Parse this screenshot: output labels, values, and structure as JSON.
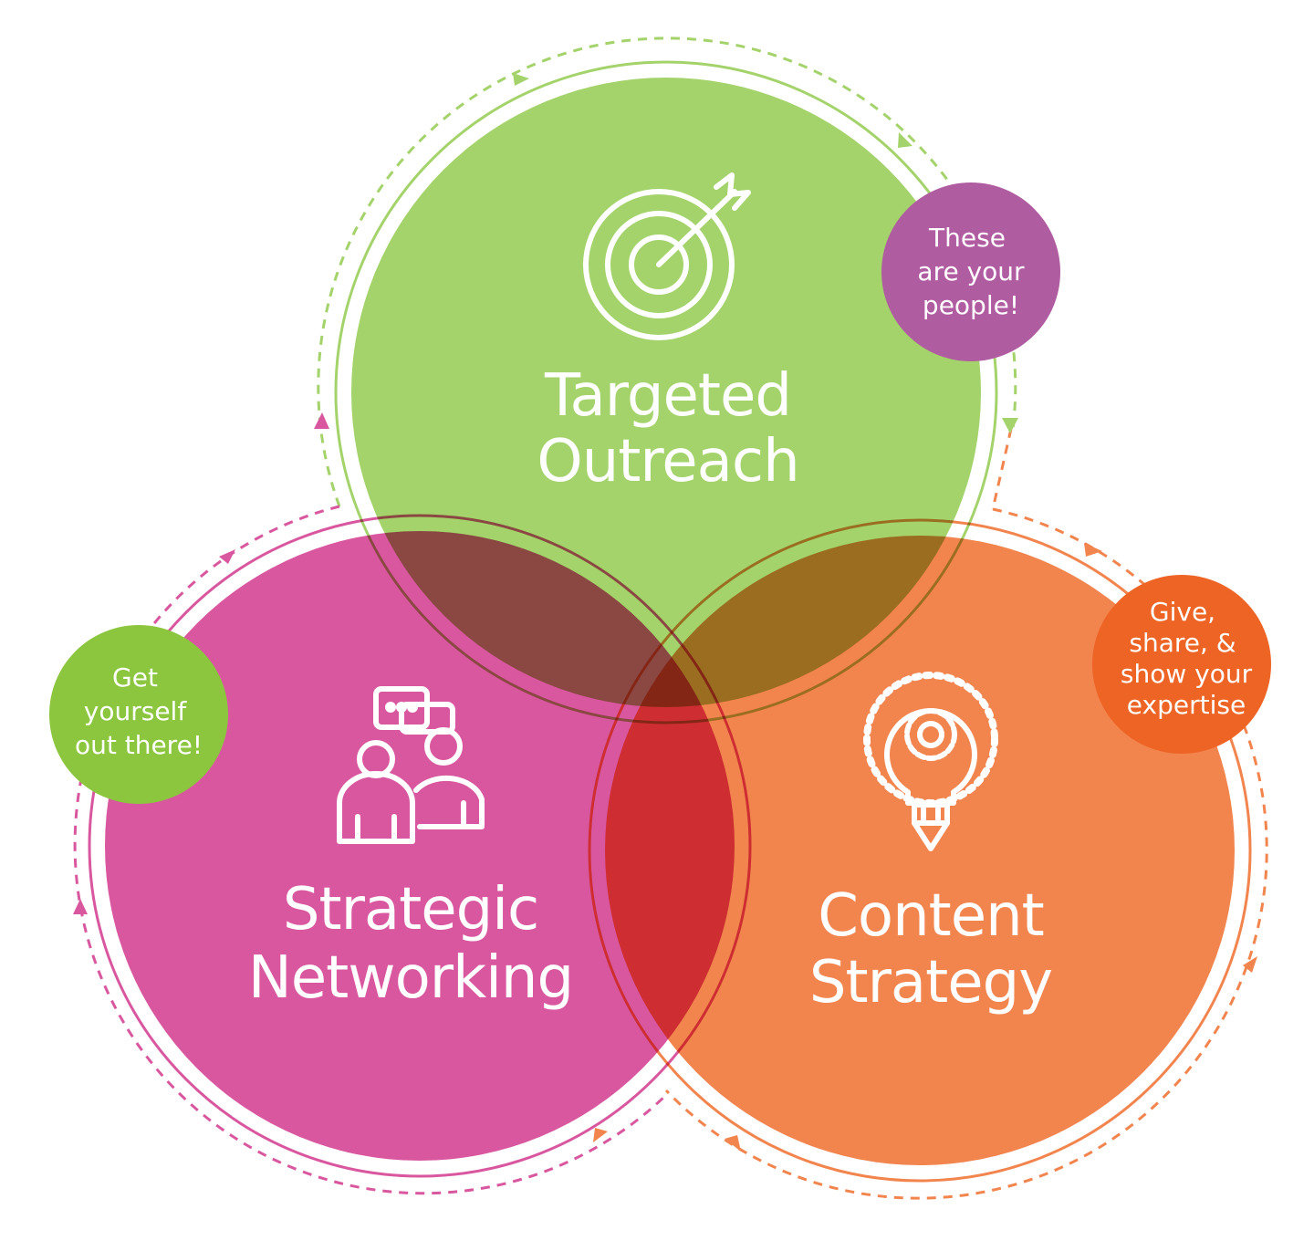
{
  "colors": {
    "green": "#a3d36a",
    "pink": "#d9579f",
    "orange": "#f2844e",
    "purple_bubble": "#b05ca1",
    "green_bubble": "#8cc63f",
    "orange_bubble": "#ee6425"
  },
  "circles": {
    "targeted_outreach": {
      "line1": "Targeted",
      "line2": "Outreach",
      "icon": "target-icon"
    },
    "strategic_networking": {
      "line1": "Strategic",
      "line2": "Networking",
      "icon": "people-chat-icon"
    },
    "content_strategy": {
      "line1": "Content",
      "line2": "Strategy",
      "icon": "lightbulb-gear-icon"
    }
  },
  "bubbles": {
    "people": [
      "These",
      "are your",
      "people!"
    ],
    "out_there": [
      "Get",
      "yourself",
      "out there!"
    ],
    "expertise": [
      "Give,",
      "share, &",
      "show your",
      "expertise"
    ]
  }
}
